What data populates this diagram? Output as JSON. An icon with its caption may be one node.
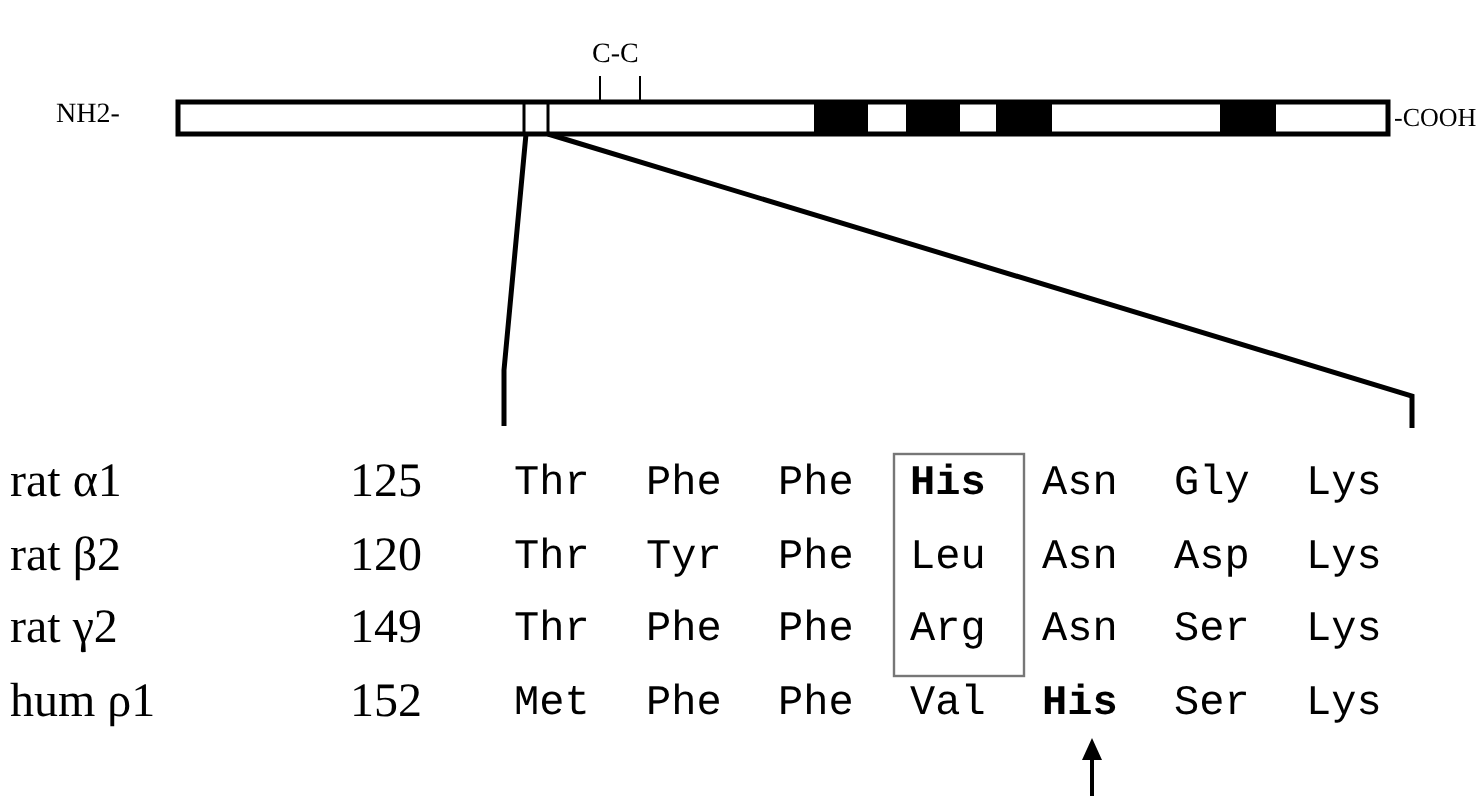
{
  "diagram": {
    "labels": [
      "NH2-",
      "C-C",
      "-COOH",
      "rat α1",
      "125",
      "Thr",
      "Phe",
      "Phe",
      "His",
      "Asn",
      "Gly",
      "Lys",
      "rat β2",
      "120",
      "Thr",
      "Tyr",
      "Phe",
      "Leu",
      "Asn",
      "Asp",
      "Lys",
      "rat γ2",
      "149",
      "Thr",
      "Phe",
      "Phe",
      "Arg",
      "Asn",
      "Ser",
      "Lys",
      "hum ρ1",
      "152",
      "Met",
      "Phe",
      "Phe",
      "Val",
      "His",
      "Ser",
      "Lys"
    ]
  }
}
